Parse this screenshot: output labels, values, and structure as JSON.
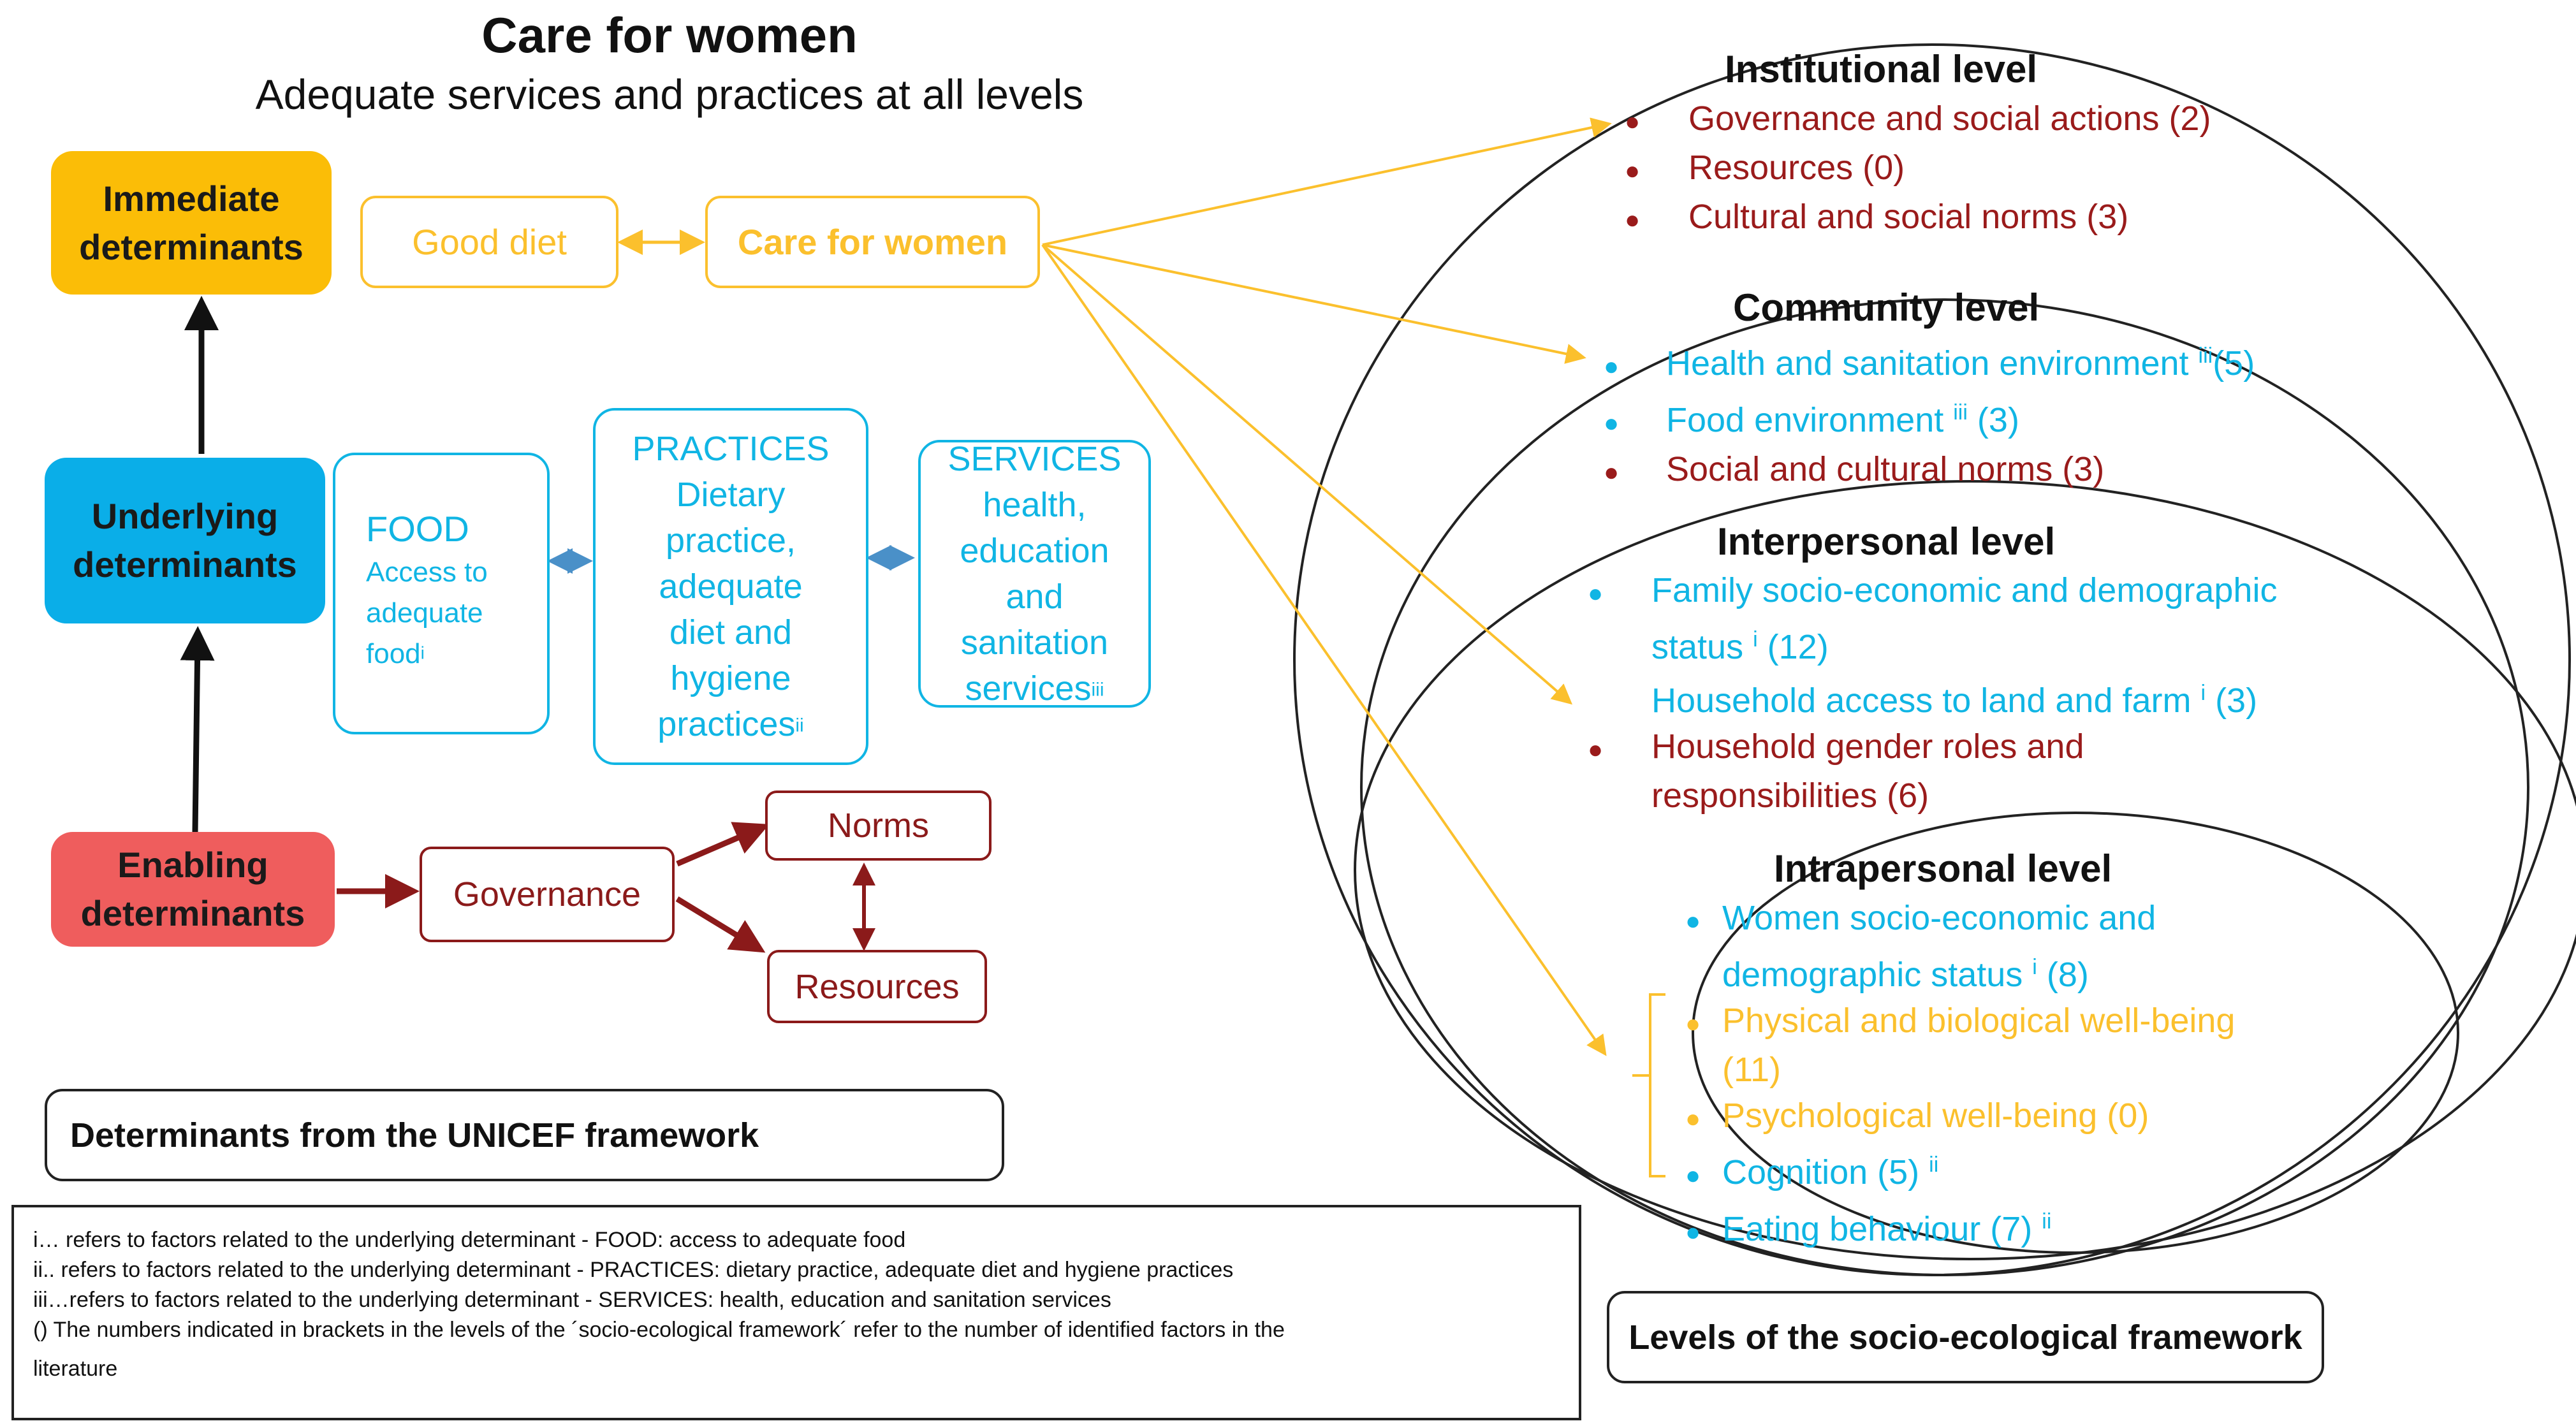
{
  "header": {
    "title": "Care for women",
    "subtitle": "Adequate services and practices at all levels"
  },
  "determinants": {
    "immediate": "Immediate\ndeterminants",
    "underlying": "Underlying\ndeterminants",
    "enabling": "Enabling\ndeterminants"
  },
  "immediate_row": {
    "good_diet": "Good diet",
    "care_for_women": "Care for women"
  },
  "underlying_row": {
    "food_title": "FOOD",
    "food_body": "Access to\nadequate\nfood",
    "food_sup": "i",
    "practices_title": "PRACTICES",
    "practices_body": "Dietary\npractice,\nadequate\ndiet and\nhygiene\npractices",
    "practices_sup": "ii",
    "services_title": "SERVICES",
    "services_body": "health,\neducation\nand\nsanitation\nservices",
    "services_sup": "iii"
  },
  "enabling_row": {
    "governance": "Governance",
    "norms": "Norms",
    "resources": "Resources"
  },
  "legend": {
    "unicef": "Determinants from the UNICEF framework",
    "socio": "Levels of the socio-ecological framework"
  },
  "notes": [
    "i… refers to factors related to the underlying determinant - FOOD: access to adequate food",
    "ii.. refers to factors related to the underlying determinant - PRACTICES: dietary practice, adequate diet and hygiene practices",
    "iii…refers to factors related to the underlying determinant - SERVICES: health, education and sanitation services",
    "() The numbers indicated in brackets in the levels of the ´socio-ecological framework´ refer to the number of identified factors in the",
    "literature"
  ],
  "levels": {
    "institutional": {
      "title": "Institutional level",
      "items": [
        "Governance and social actions (2)",
        "Resources (0)",
        "Cultural and social norms (3)"
      ]
    },
    "community": {
      "title": "Community level",
      "item1_text": "Health and sanitation environment ",
      "item1_sup": "iii",
      "item1_count": "(5)",
      "item2_text": "Food environment ",
      "item2_sup": "iii",
      "item2_count": " (3)",
      "item3_text": "Social and cultural norms (3)"
    },
    "interpersonal": {
      "title": "Interpersonal level",
      "item1_line1": "Family socio-economic and demographic",
      "item1_line2": "status ",
      "item1_sup": "i",
      "item1_count": " (12)",
      "item2_text": "Household access to land and farm ",
      "item2_sup": "i",
      "item2_count": " (3)",
      "item3_line1": "Household gender roles and",
      "item3_line2": "responsibilities (6)"
    },
    "intrapersonal": {
      "title": "Intrapersonal level",
      "item1_line1": "Women socio-economic and",
      "item1_line2": "demographic status ",
      "item1_sup": "i",
      "item1_count": " (8)",
      "item2_line1": "Physical and biological well-being",
      "item2_line2": "(11)",
      "item3_text": "Psychological well-being (0)",
      "item4_text": "Cognition (5) ",
      "item4_sup": "ii",
      "item5_text": "Eating behaviour (7) ",
      "item5_sup": "ii"
    }
  },
  "colors": {
    "immediate": "#fbbd07",
    "underlying": "#0aaee8",
    "enabling": "#ef5d5d",
    "institutional_red": "#9a1b1b",
    "cyan": "#10b5e4",
    "yellow": "#fbc02d"
  }
}
